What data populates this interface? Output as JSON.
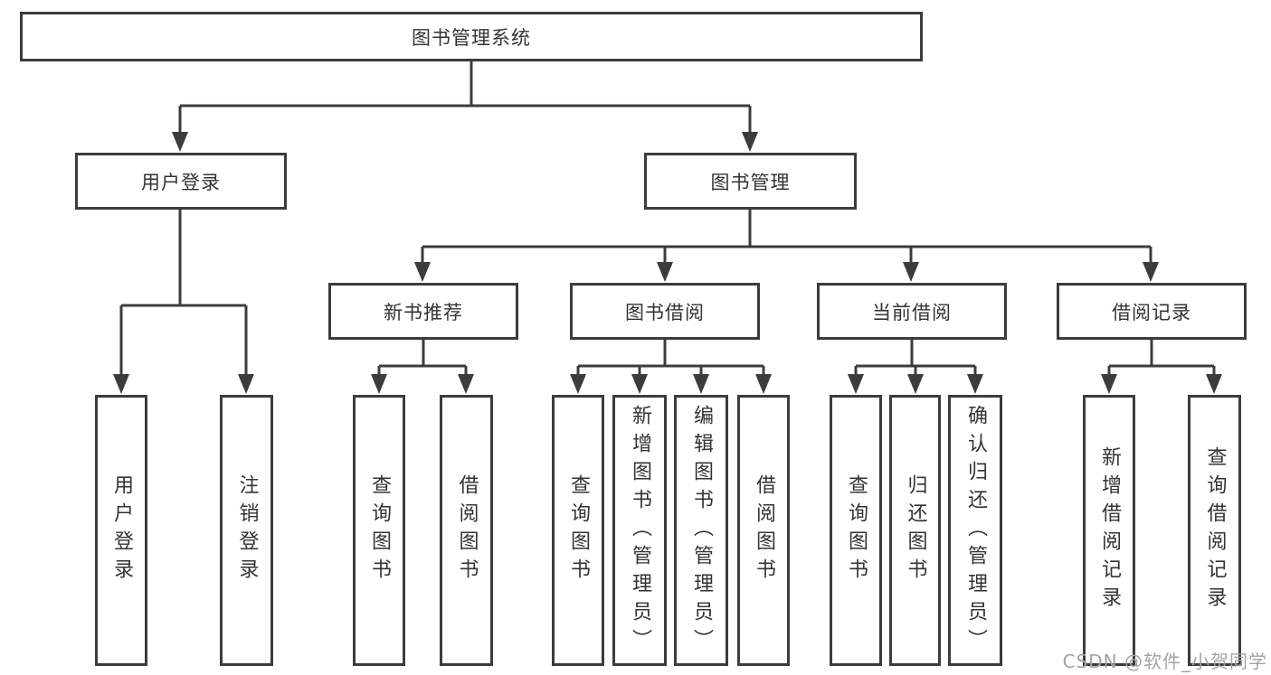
{
  "diagram_title": "图书管理系统",
  "tree": {
    "root": {
      "label": "图书管理系统",
      "children": [
        {
          "label": "用户登录",
          "children": [
            {
              "label": "用户登录"
            },
            {
              "label": "注销登录"
            }
          ]
        },
        {
          "label": "图书管理",
          "children": [
            {
              "label": "新书推荐",
              "children": [
                {
                  "label": "查询图书"
                },
                {
                  "label": "借阅图书"
                }
              ]
            },
            {
              "label": "图书借阅",
              "children": [
                {
                  "label": "查询图书"
                },
                {
                  "label": "新增图书（管理员）"
                },
                {
                  "label": "编辑图书（管理员）"
                },
                {
                  "label": "借阅图书"
                }
              ]
            },
            {
              "label": "当前借阅",
              "children": [
                {
                  "label": "查询图书"
                },
                {
                  "label": "归还图书"
                },
                {
                  "label": "确认归还（管理员）"
                }
              ]
            },
            {
              "label": "借阅记录",
              "children": [
                {
                  "label": "新增借阅记录"
                },
                {
                  "label": "查询借阅记录"
                }
              ]
            }
          ]
        }
      ]
    }
  },
  "watermark": {
    "text": "CSDN @软件_小贺同学"
  },
  "colors": {
    "line": "#3c3c3c",
    "box_border": "#3c3c3c",
    "text": "#333333",
    "background": "#ffffff",
    "watermark": "#a3a3a3"
  }
}
